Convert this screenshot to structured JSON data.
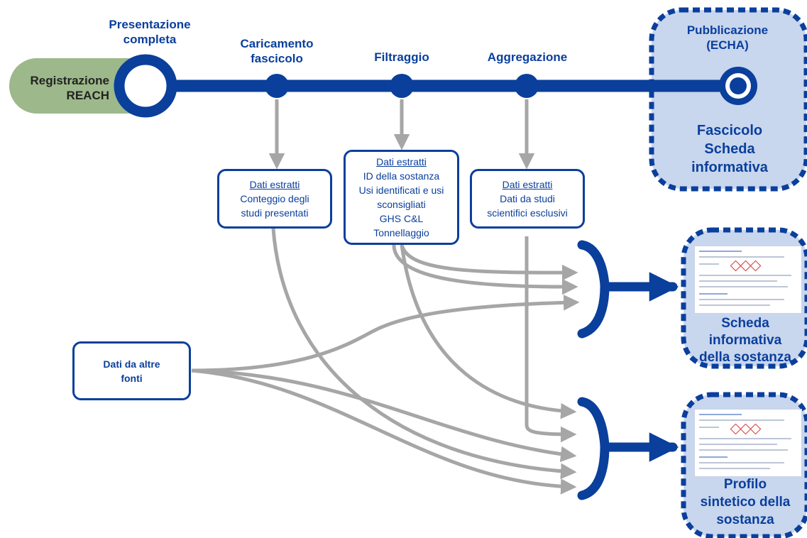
{
  "timeline": {
    "start_label": [
      "Registrazione",
      "REACH"
    ],
    "stages": [
      {
        "id": "presentazione",
        "label": [
          "Presentazione",
          "completa"
        ]
      },
      {
        "id": "caricamento",
        "label": [
          "Caricamento",
          "fascicolo"
        ]
      },
      {
        "id": "filtraggio",
        "label": [
          "Filtraggio"
        ]
      },
      {
        "id": "aggregazione",
        "label": [
          "Aggregazione"
        ]
      },
      {
        "id": "pubblicazione",
        "label": [
          "Pubblicazione",
          "(ECHA)"
        ]
      }
    ]
  },
  "extracted_boxes": [
    {
      "id": "box-caricamento",
      "heading": "Dati estratti",
      "lines": [
        "Conteggio degli",
        "studi presentati"
      ]
    },
    {
      "id": "box-filtraggio",
      "heading": "Dati estratti",
      "lines": [
        "ID della sostanza",
        "Usi identificati e usi",
        "sconsigliati",
        "GHS C&L",
        "Tonnellaggio"
      ]
    },
    {
      "id": "box-aggregazione",
      "heading": "Dati estratti",
      "lines": [
        "Dati da studi",
        "scientifici esclusivi"
      ]
    }
  ],
  "other_sources": {
    "lines": [
      "Dati da altre",
      "fonti"
    ]
  },
  "outputs": [
    {
      "id": "fascicolo",
      "lines": [
        "Fascicolo",
        "Scheda",
        "informativa"
      ]
    },
    {
      "id": "scheda",
      "lines": [
        "Scheda",
        "informativa",
        "della sostanza"
      ]
    },
    {
      "id": "profilo",
      "lines": [
        "Profilo",
        "sintetico della",
        "sostanza"
      ]
    }
  ],
  "colors": {
    "primary_blue": "#0a3f9c",
    "panel_fill": "#c8d6ee",
    "arrow_gray": "#a6a6a6",
    "registration_green": "#9db88a"
  }
}
